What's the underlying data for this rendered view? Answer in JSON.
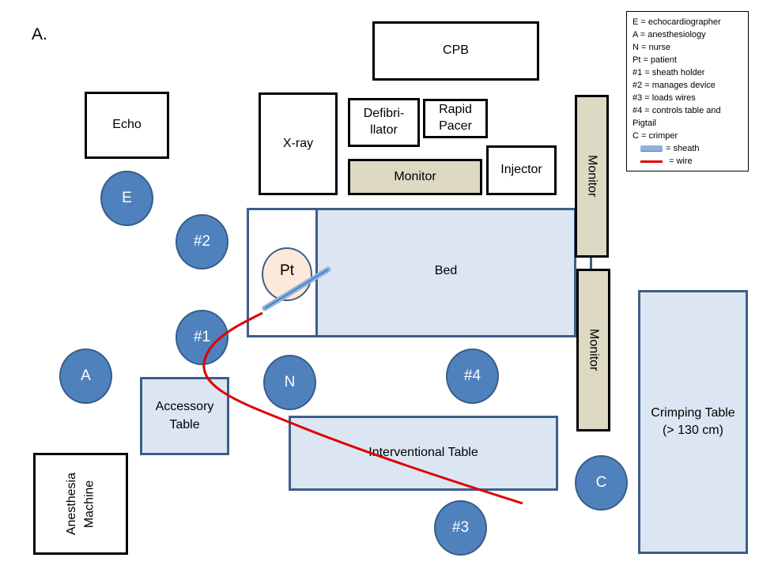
{
  "figure_label": "A.",
  "equipment": {
    "cpb": "CPB",
    "echo": "Echo",
    "xray": "X-ray",
    "defibrillator": [
      "Defibri-",
      "llator"
    ],
    "rapid_pacer": [
      "Rapid",
      "Pacer"
    ],
    "monitor_top": "Monitor",
    "injector": "Injector",
    "monitor_right_upper": "Monitor",
    "monitor_right_lower": "Monitor",
    "bed": "Bed",
    "accessory_table": [
      "Accessory",
      "Table"
    ],
    "interventional_table": "Interventional Table",
    "crimping_table": [
      "Crimping Table",
      "(> 130 cm)"
    ],
    "anesthesia_machine": [
      "Anesthesia",
      "Machine"
    ]
  },
  "people": {
    "patient": "Pt",
    "echocardiographer": "E",
    "manages_device": "#2",
    "sheath_holder": "#1",
    "anesthesiology": "A",
    "nurse": "N",
    "controls_table": "#4",
    "crimper": "C",
    "loads_wires": "#3"
  },
  "legend": {
    "items": [
      "E = echocardiographer",
      "A = anesthesiology",
      "N = nurse",
      "Pt = patient",
      "#1 = sheath holder",
      "#2 = manages device",
      "#3 = loads wires",
      "#4 = controls  table and",
      "Pigtail",
      "C = crimper"
    ],
    "sheath_label": "= sheath",
    "wire_label": "= wire",
    "sheath_color": "#6f9bd6",
    "wire_color": "#e00000"
  }
}
